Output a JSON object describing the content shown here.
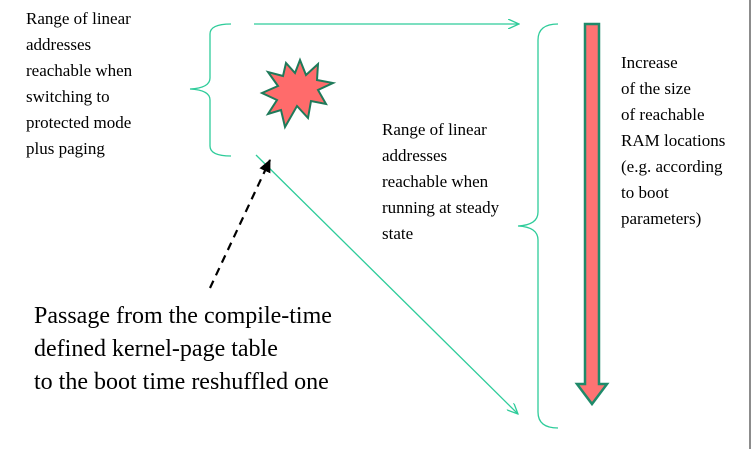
{
  "labels": {
    "protected_mode_range": [
      "Range of linear",
      "addresses",
      "reachable when",
      "switching to",
      "protected mode",
      "plus paging"
    ],
    "steady_state_range": [
      "Range of linear",
      "addresses",
      "reachable when",
      "running at steady",
      "state"
    ],
    "ram_increase": [
      "Increase",
      "of the size",
      "of reachable",
      "RAM locations",
      "(e.g. according",
      "to boot",
      "parameters)"
    ],
    "passage": [
      "Passage from the compile-time",
      "defined kernel-page table",
      "to the boot time reshuffled one"
    ]
  },
  "colors": {
    "bracket_arrow": "#2ecc9a",
    "burst_fill": "#ff6b6b",
    "burst_stroke": "#1f7a5a",
    "big_arrow_fill": "#ff7373",
    "big_arrow_stroke": "#1f8a6a",
    "dashed_arrow": "#000000"
  },
  "icons": {
    "burst": "explosion-burst-icon",
    "big_arrow": "down-arrow-icon"
  }
}
